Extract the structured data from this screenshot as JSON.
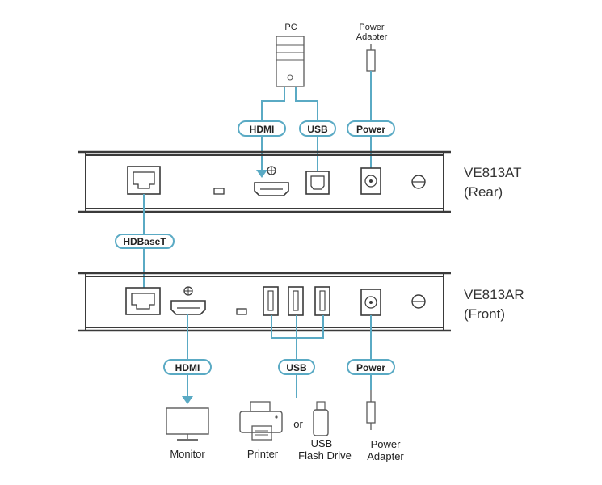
{
  "devices": {
    "top": {
      "model": "VE813AT",
      "side": "(Rear)"
    },
    "bottom": {
      "model": "VE813AR",
      "side": "(Front)"
    }
  },
  "sources": {
    "pc": "PC",
    "power_top_line1": "Power",
    "power_top_line2": "Adapter"
  },
  "pills": {
    "top_hdmi": "HDMI",
    "top_usb": "USB",
    "top_power": "Power",
    "link": "HDBaseT",
    "bottom_hdmi": "HDMI",
    "bottom_usb": "USB",
    "bottom_power": "Power"
  },
  "outputs": {
    "monitor": "Monitor",
    "printer": "Printer",
    "or": "or",
    "usb_line1": "USB",
    "usb_line2": "Flash Drive",
    "power_line1": "Power",
    "power_line2": "Adapter"
  },
  "colors": {
    "cable": "#5aaac4",
    "outline": "#3a3a3a"
  }
}
